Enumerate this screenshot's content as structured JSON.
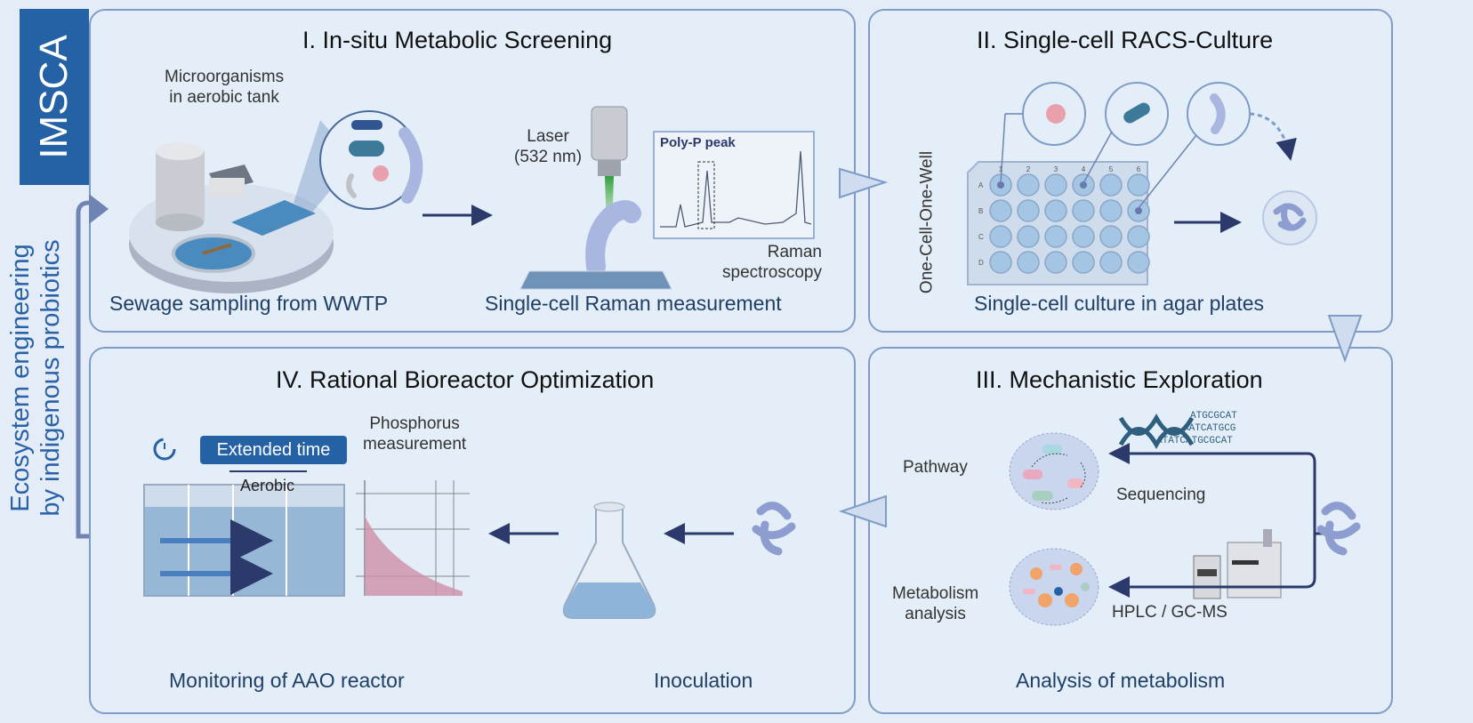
{
  "brand": {
    "label": "IMSCA",
    "color": "#2462a5"
  },
  "feedback_label": {
    "line1": "Ecosystem engineering",
    "line2": "by indigenous probiotics",
    "color": "#2a62a8"
  },
  "panels": {
    "screening": {
      "title": "I. In-situ Metabolic Screening",
      "microorganisms_label": [
        "Microorganisms",
        "in aerobic tank"
      ],
      "sampling_caption": "Sewage sampling from WWTP",
      "laser_label": [
        "Laser",
        "(532 nm)"
      ],
      "peak_label": "Poly-P peak",
      "raman_label": [
        "Raman",
        "spectroscopy"
      ],
      "measurement_caption": "Single-cell Raman measurement"
    },
    "culture": {
      "title": "II. Single-cell RACS-Culture",
      "vertical_label": "One-Cell-One-Well",
      "plate_columns": [
        "1",
        "2",
        "3",
        "4",
        "5",
        "6"
      ],
      "plate_rows": [
        "A",
        "B",
        "C",
        "D"
      ],
      "caption": "Single-cell culture in agar plates"
    },
    "exploration": {
      "title": "III. Mechanistic Exploration",
      "pathway_label": "Pathway",
      "sequencing_label": "Sequencing",
      "dna_sequence": [
        "ATGCGCAT",
        "AATCATGCG",
        "ATATCATGCGCAT"
      ],
      "metabolism_label": [
        "Metabolism",
        "analysis"
      ],
      "hplc_label": "HPLC / GC-MS",
      "caption": "Analysis of metabolism"
    },
    "optimization": {
      "title": "IV. Rational Bioreactor Optimization",
      "extended_time": "Extended time",
      "aerobic_label": "Aerobic",
      "phosphorus_label": [
        "Phosphorus",
        "measurement"
      ],
      "monitoring_caption": "Monitoring of AAO reactor",
      "inoculation_caption": "Inoculation"
    }
  },
  "colors": {
    "panel_border": "#7f9cc6",
    "background": "#e4edf7",
    "arrow": "#2c3a6b",
    "caption": "#1f3f66",
    "cell": "#a9b6e0",
    "pink": "#e8a0ad"
  }
}
